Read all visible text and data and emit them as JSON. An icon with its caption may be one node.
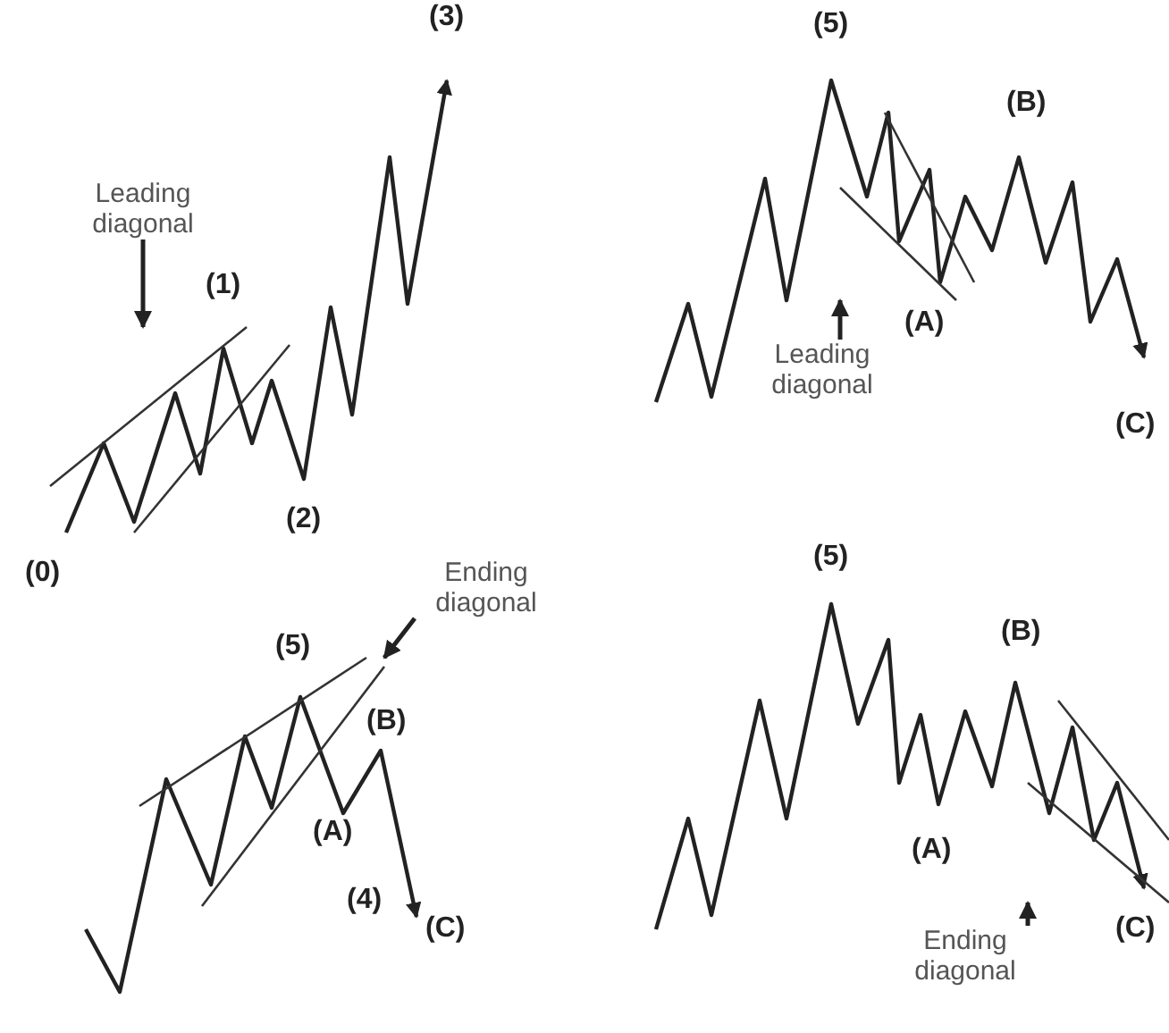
{
  "diagram": {
    "nodes": [
      {
        "text": [
          "Leading diagonal"
        ]
      },
      {
        "text": [],
        "shape": "line"
      },
      {
        "text": [],
        "shape": "line"
      },
      {
        "text": [
          "Leading diagonal"
        ]
      },
      {
        "text": [
          "Ending diagonal"
        ]
      },
      {
        "text": [],
        "shape": "line"
      },
      {
        "text": [],
        "shape": "line"
      },
      {
        "text": [
          "Ending diagonal"
        ]
      }
    ],
    "edges": [
      {
        "from": 0,
        "to": 1,
        "arrow": "to"
      },
      {
        "from": 3,
        "to": 2,
        "arrow": "to"
      },
      {
        "from": 4,
        "to": 5,
        "arrow": "to"
      },
      {
        "from": 7,
        "to": 6,
        "arrow": "to"
      }
    ],
    "labels": [
      "(3)",
      "(1)",
      "(2)",
      "(0)",
      "(5)",
      "(B)",
      "(A)",
      "(C)",
      "(5)",
      "(B)",
      "(A)",
      "(4)",
      "(C)",
      "(5)",
      "(B)",
      "(A)",
      "(C)"
    ]
  }
}
